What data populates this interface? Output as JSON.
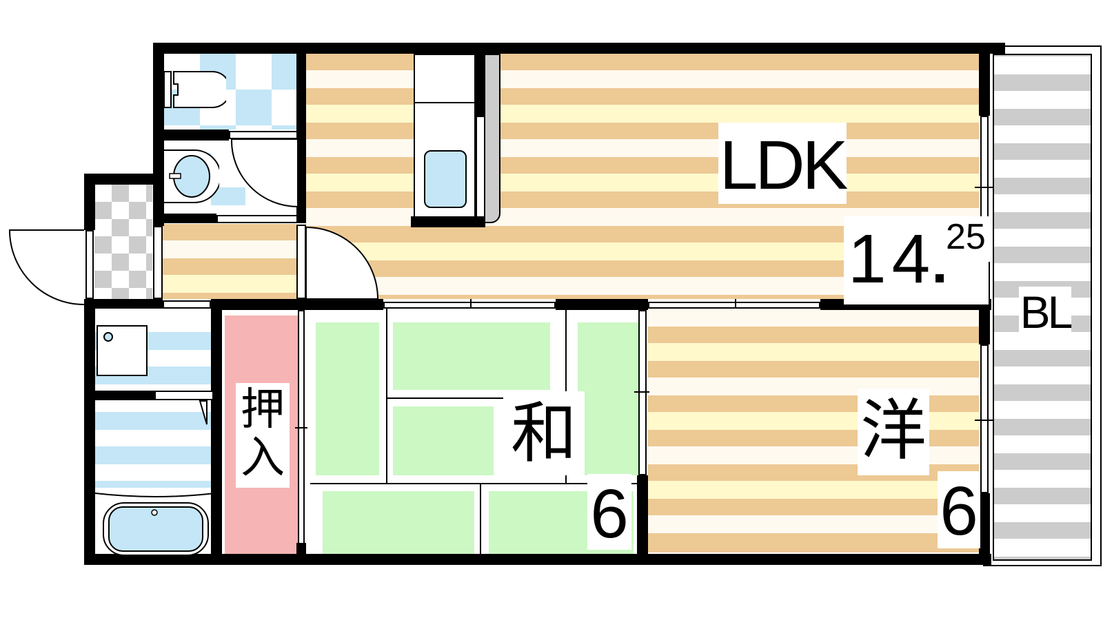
{
  "floorplan": {
    "type": "apartment floor plan",
    "rooms": {
      "ldk": {
        "name": "LDK",
        "area_main": "14",
        "area_decimal": "25",
        "floor": "wood"
      },
      "washitsu": {
        "name": "和",
        "area": "6",
        "floor": "tatami"
      },
      "youshitsu": {
        "name": "洋",
        "area": "6",
        "floor": "wood"
      },
      "oshiire": {
        "name_line1": "押",
        "name_line2": "入",
        "color": "#f7b4b4"
      },
      "balcony": {
        "name": "BL"
      },
      "toilet": {
        "fixture": "toilet"
      },
      "washroom": {
        "fixture": "wash-basin"
      },
      "bathroom": {
        "fixture": "bathtub"
      },
      "entrance": {
        "floor": "gray-tile"
      },
      "hallway": {
        "floor": "wood"
      }
    },
    "colors": {
      "wall": "#000000",
      "wood_dark": "#edc994",
      "wood_light": "#fff9cc",
      "tatami": "#ccf8c4",
      "water_tile": "#c4e6f7",
      "entrance_tile": "#cccccc",
      "closet": "#f7b4b4",
      "balcony_stripe": "#cccccc"
    }
  }
}
